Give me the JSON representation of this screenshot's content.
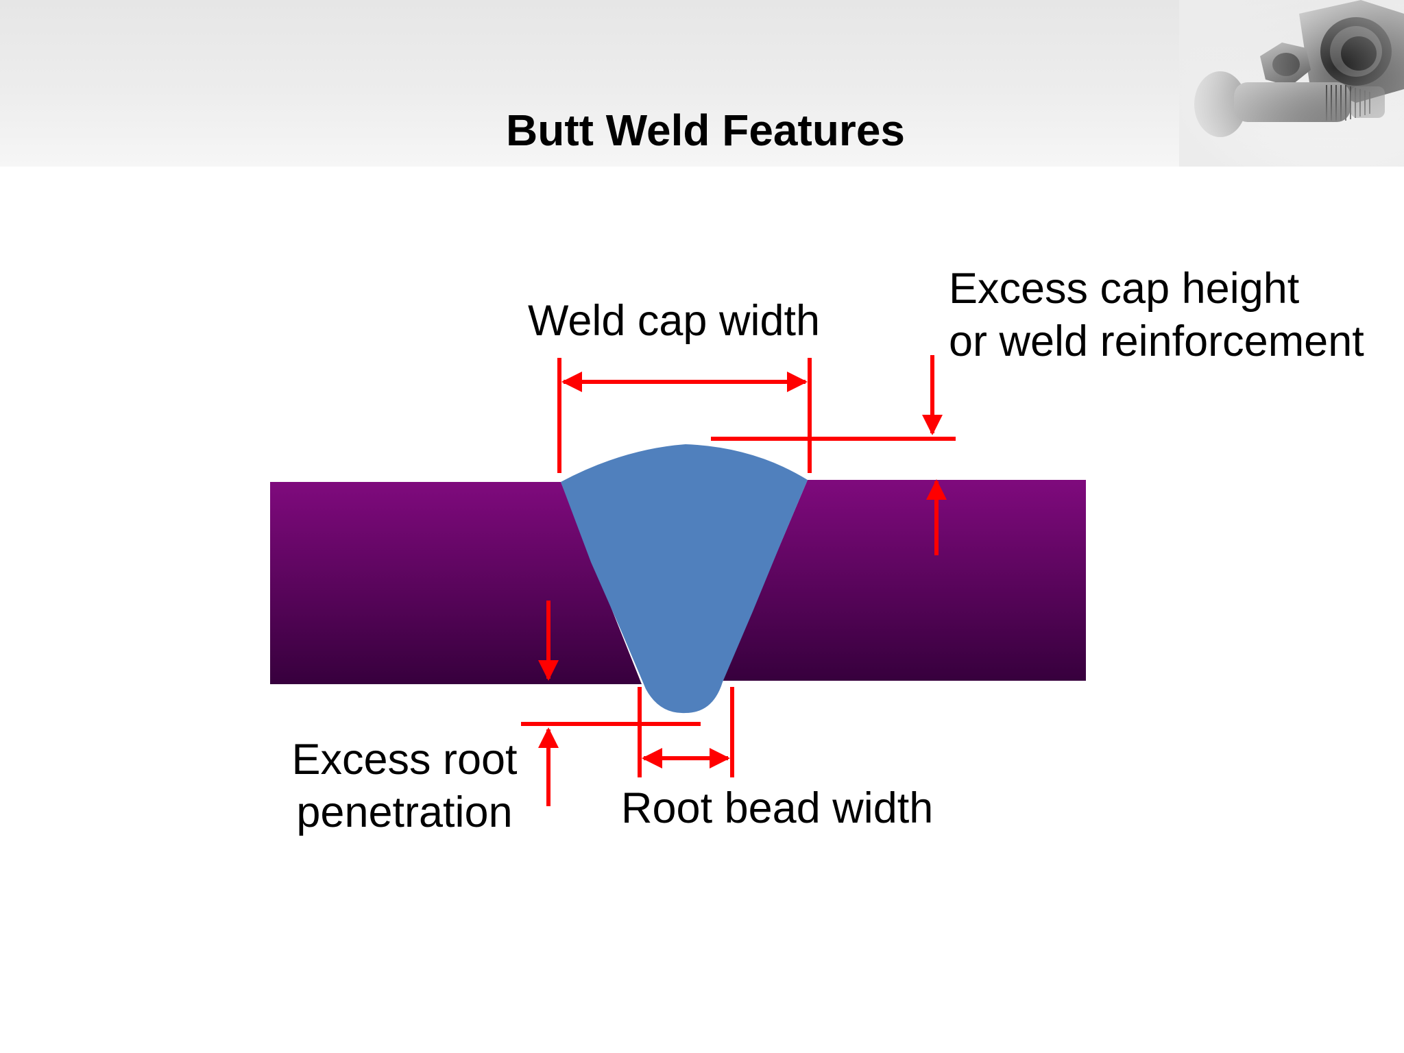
{
  "slide": {
    "title": "Butt Weld Features"
  },
  "labels": {
    "weld_cap_width": "Weld cap width",
    "excess_cap": {
      "line1": "Excess cap height",
      "line2": "or weld reinforcement"
    },
    "excess_root": {
      "line1": "Excess root",
      "line2": "penetration"
    },
    "root_bead_width": "Root bead width"
  },
  "colors": {
    "plate_top": "#7f0a7d",
    "plate_bottom": "#37003d",
    "weld": "#5080bd",
    "dimension_lines": "#ff0000",
    "header_band": "#ebebeb"
  },
  "decor": {
    "header_image": "metal-hex-nuts-and-bolt-photo"
  }
}
